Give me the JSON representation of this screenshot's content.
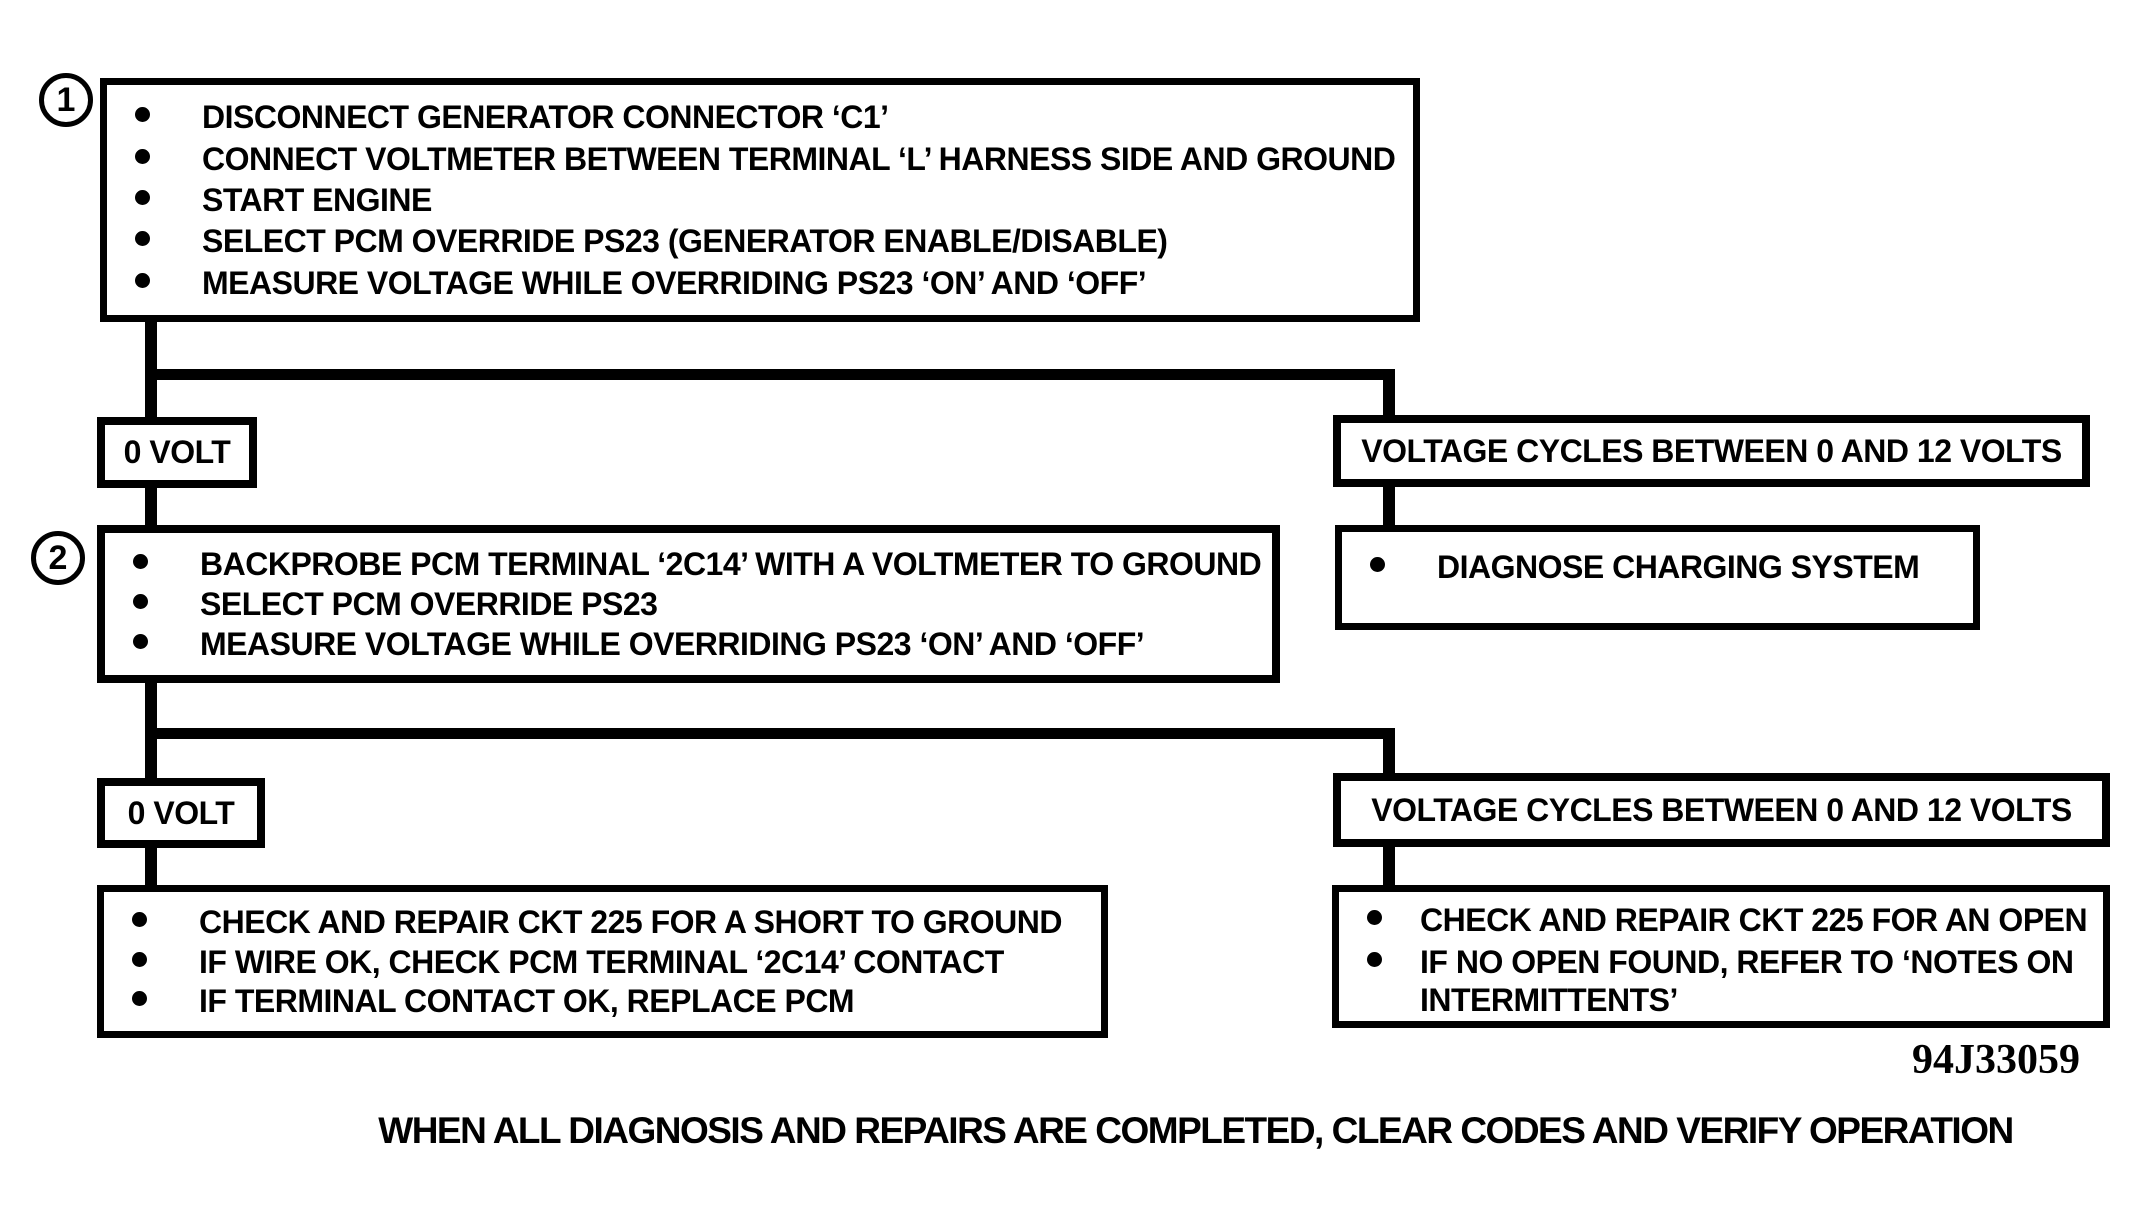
{
  "diagram": {
    "colors": {
      "ink": "#000000",
      "paper": "#ffffff"
    },
    "step1": {
      "badge": "1",
      "items": [
        "DISCONNECT GENERATOR CONNECTOR ‘C1’",
        "CONNECT VOLTMETER BETWEEN TERMINAL ‘L’ HARNESS SIDE AND GROUND",
        "START ENGINE",
        "SELECT PCM OVERRIDE PS23 (GENERATOR ENABLE/DISABLE)",
        "MEASURE VOLTAGE WHILE OVERRIDING PS23 ‘ON’ AND ‘OFF’"
      ]
    },
    "branch1": {
      "left_label": "0 VOLT",
      "right_label": "VOLTAGE CYCLES BETWEEN 0 AND 12 VOLTS"
    },
    "diagnose": {
      "items": [
        "DIAGNOSE CHARGING SYSTEM"
      ]
    },
    "step2": {
      "badge": "2",
      "items": [
        "BACKPROBE PCM TERMINAL ‘2C14’ WITH A VOLTMETER TO GROUND",
        "SELECT PCM OVERRIDE PS23",
        "MEASURE VOLTAGE WHILE OVERRIDING PS23 ‘ON’ AND ‘OFF’"
      ]
    },
    "branch2": {
      "left_label": "0 VOLT",
      "right_label": "VOLTAGE CYCLES BETWEEN 0 AND 12 VOLTS"
    },
    "result_left": {
      "items": [
        "CHECK AND REPAIR CKT 225 FOR A SHORT TO GROUND",
        "IF WIRE OK, CHECK PCM TERMINAL ‘2C14’ CONTACT",
        "IF TERMINAL CONTACT OK, REPLACE PCM"
      ]
    },
    "result_right": {
      "items": [
        "CHECK AND REPAIR CKT 225 FOR AN OPEN",
        "IF NO OPEN FOUND, REFER TO ‘NOTES ON INTERMITTENTS’"
      ]
    },
    "figure_code": "94J33059",
    "footer": "WHEN ALL DIAGNOSIS AND REPAIRS ARE COMPLETED, CLEAR CODES AND VERIFY OPERATION"
  }
}
